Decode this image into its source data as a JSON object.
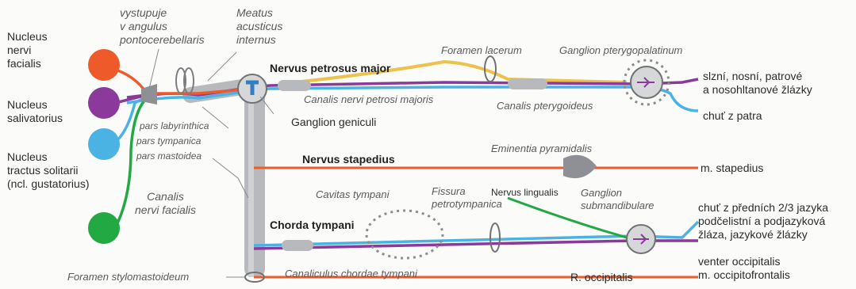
{
  "colors": {
    "facial_motor": "#ee5a2a",
    "salivatory": "#8b3a9b",
    "taste": "#4ab3e3",
    "solitary_green": "#22a943",
    "petrosus_yellow": "#ecc24a",
    "canal_gray": "#b7b9bc",
    "ganglion_fill": "#d6d7d9",
    "dotted": "#8d8d8d"
  },
  "nuclei": {
    "facialis": "Nucleus\nnervi\nfacialis",
    "salivatorius": "Nucleus\nsalivatorius",
    "solitarii": "Nucleus\ntractus solitarii\n(ncl. gustatorius)"
  },
  "labels": {
    "vystupuje": "vystupuje\nv angulus\npontocerebellaris",
    "meatus": "Meatus\nacusticus\ninternus",
    "nervus_petrosus_major": "Nervus petrosus major",
    "foramen_lacerum": "Foramen lacerum",
    "ganglion_pterygopalatinum": "Ganglion pterygopalatinum",
    "canalis_nervi_petrosi": "Canalis nervi petrosi majoris",
    "canalis_pterygoideus": "Canalis pterygoideus",
    "ganglion_geniculi": "Ganglion geniculi",
    "pars_labyrinthica": "pars labyrinthica",
    "pars_tympanica": "pars tympanica",
    "pars_mastoidea": "pars mastoidea",
    "canalis_nervi_facialis": "Canalis\nnervi facialis",
    "nervus_stapedius": "Nervus stapedius",
    "eminentia_pyramidalis": "Eminentia pyramidalis",
    "cavitas_tympani": "Cavitas tympani",
    "fissura": "Fissura\npetrotympanica",
    "nervus_lingualis": "Nervus lingualis",
    "ganglion_submandibulare": "Ganglion\nsubmandibulare",
    "chorda_tympani": "Chorda tympani",
    "canaliculus_chordae": "Canaliculus chordae tympani",
    "foramen_stylomastoideum": "Foramen stylomastoideum",
    "r_occipitalis": "R. occipitalis"
  },
  "targets": {
    "slzni": "slzní, nosní, patrové\na nosohltanové žlázky",
    "chut_patra": "chuť z patra",
    "m_stapedius": "m. stapedius",
    "chut_jazyka": "chuť z předních 2/3 jazyka\npodčelistní a podjazyková\nžláza, jazykové žlázky",
    "venter": "venter occipitalis\nm. occipitofrontalis"
  }
}
